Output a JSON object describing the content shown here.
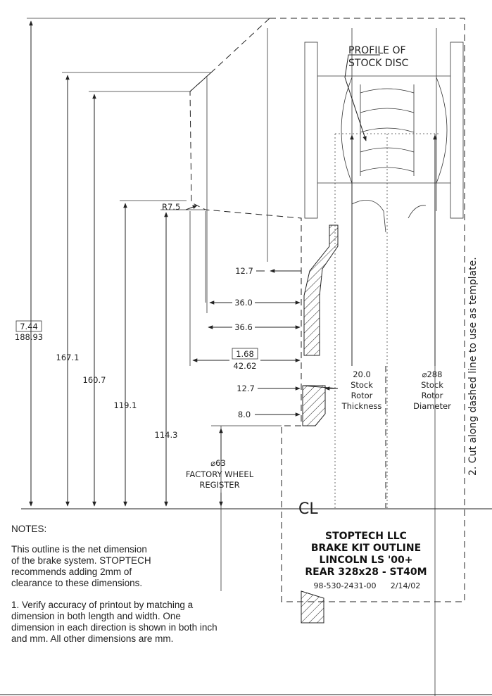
{
  "callouts": {
    "profile_line1": "PROFILE OF",
    "profile_line2": "STOCK DISC",
    "radius": "R7.5",
    "cut_note": "2. Cut along dashed line to use as template."
  },
  "dimensions": {
    "overall_inch": "7.44",
    "overall_mm": "188.93",
    "h_167": "167.1",
    "h_160": "160.7",
    "h_119": "119.1",
    "h_114": "114.3",
    "w_12a": "12.7",
    "w_36_0": "36.0",
    "w_36_6": "36.6",
    "w_inch": "1.68",
    "w_mm": "42.62",
    "w_12b": "12.7",
    "w_8": "8.0"
  },
  "wheel_register": {
    "diameter": "⌀63",
    "line1": "FACTORY WHEEL",
    "line2": "REGISTER"
  },
  "rotor": {
    "thickness_value": "20.0",
    "thickness_l1": "Stock",
    "thickness_l2": "Rotor",
    "thickness_l3": "Thickness",
    "diameter_value": "⌀288",
    "diameter_l1": "Stock",
    "diameter_l2": "Rotor",
    "diameter_l3": "Diameter"
  },
  "centerline_symbol": "CL",
  "notes": {
    "heading": "NOTES:",
    "para1": [
      "This outline is the net dimension",
      "of the brake system. STOPTECH",
      "recommends adding 2mm of",
      "clearance to these dimensions."
    ],
    "para2": [
      "1.  Verify accuracy of printout by matching a",
      "dimension in both length and width.  One",
      "dimension in each direction is shown in both inch",
      "and mm.  All other dimensions are mm."
    ]
  },
  "title_block": {
    "company": "STOPTECH LLC",
    "line2": "BRAKE KIT OUTLINE",
    "line3": "LINCOLN LS '00+",
    "line4": "REAR 328x28 - ST40M",
    "part_number": "98-530-2431-00",
    "date": "2/14/02"
  }
}
